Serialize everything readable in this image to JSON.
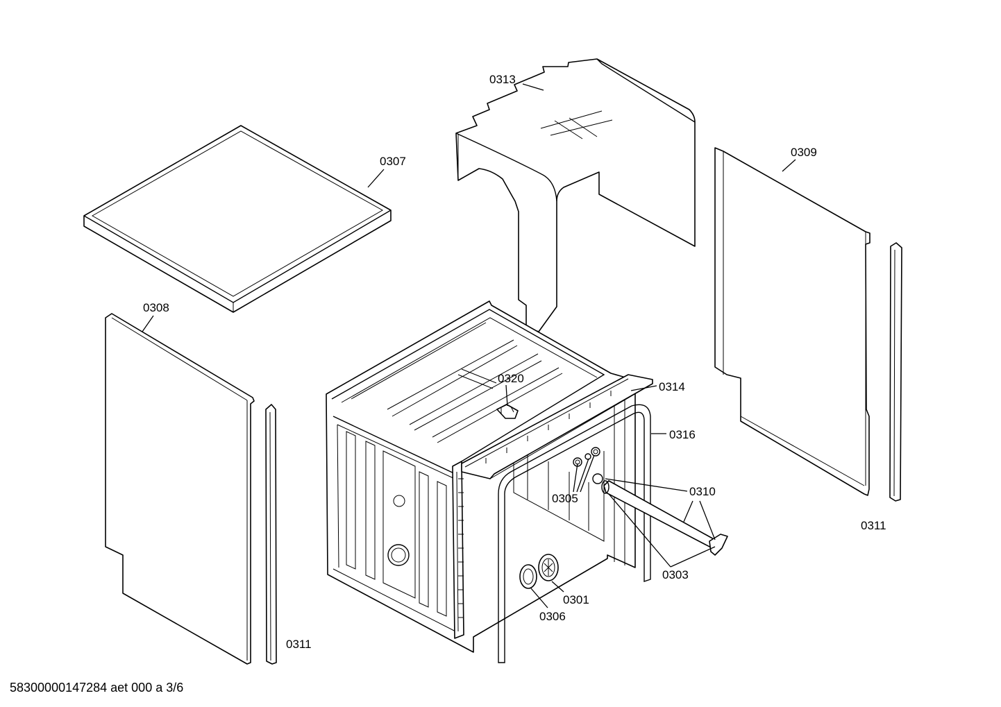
{
  "labels": {
    "p0313": "0313",
    "p0307": "0307",
    "p0309": "0309",
    "p0308": "0308",
    "p0320": "0320",
    "p0314": "0314",
    "p0316": "0316",
    "p0310": "0310",
    "p0305": "0305",
    "p0311_left": "0311",
    "p0311_right": "0311",
    "p0303": "0303",
    "p0301": "0301",
    "p0306": "0306"
  },
  "footer": "58300000147284 aet 000 a 3/6"
}
